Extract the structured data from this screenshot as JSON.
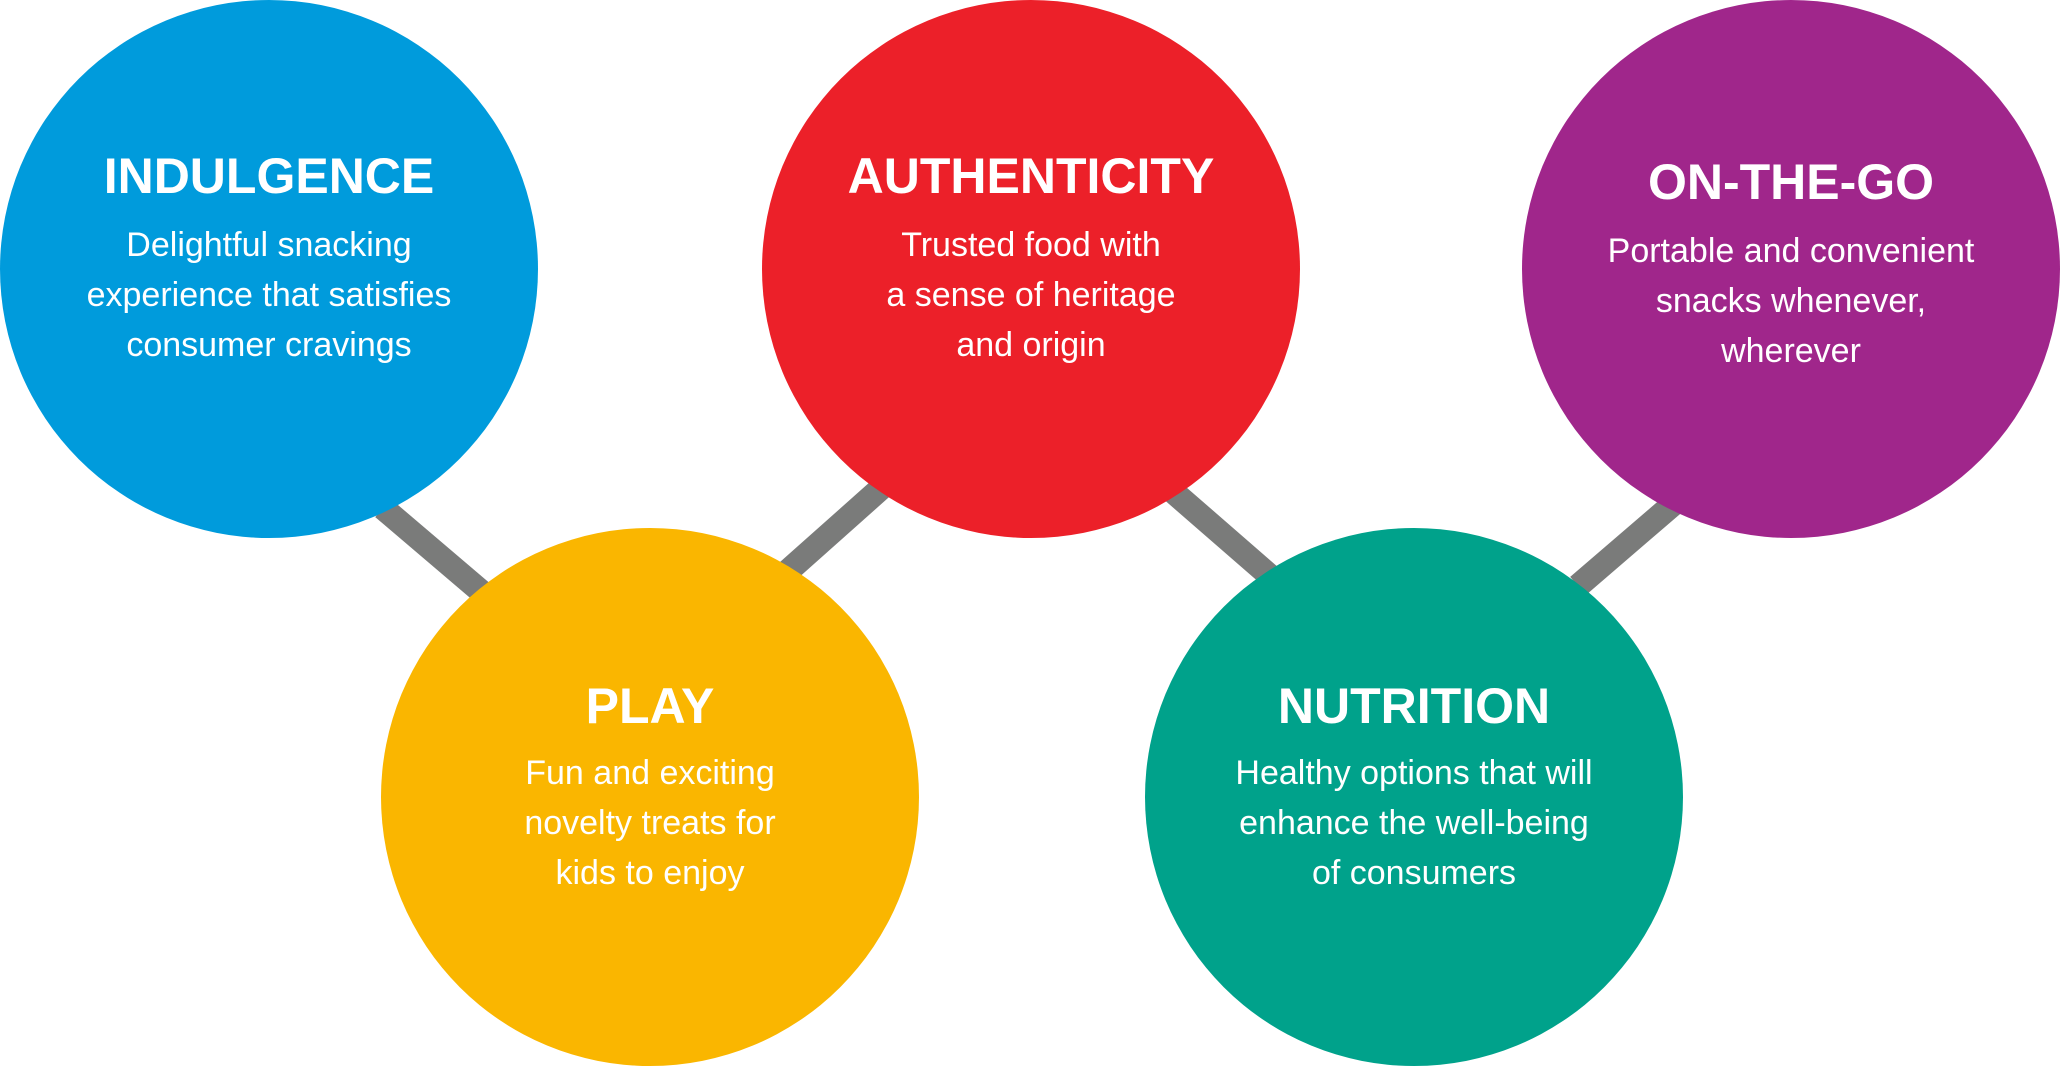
{
  "colors": {
    "connector": "#7a7b7a",
    "indulgence": "#009bdc",
    "authenticity": "#ec2029",
    "on_the_go": "#a0268b",
    "play": "#fab600",
    "nutrition": "#00a28b"
  },
  "circles": {
    "indulgence": {
      "title": "INDULGENCE",
      "description": "Delightful snacking\nexperience that satisfies\nconsumer cravings"
    },
    "authenticity": {
      "title": "AUTHENTICITY",
      "description": "Trusted food with\na sense of heritage\nand origin"
    },
    "on_the_go": {
      "title": "ON-THE-GO",
      "description": "Portable and convenient\nsnacks whenever,\nwherever"
    },
    "play": {
      "title": "PLAY",
      "description": "Fun and exciting\nnovelty treats for\nkids to enjoy"
    },
    "nutrition": {
      "title": "NUTRITION",
      "description": "Healthy options that will\nenhance the well-being\nof consumers"
    }
  }
}
